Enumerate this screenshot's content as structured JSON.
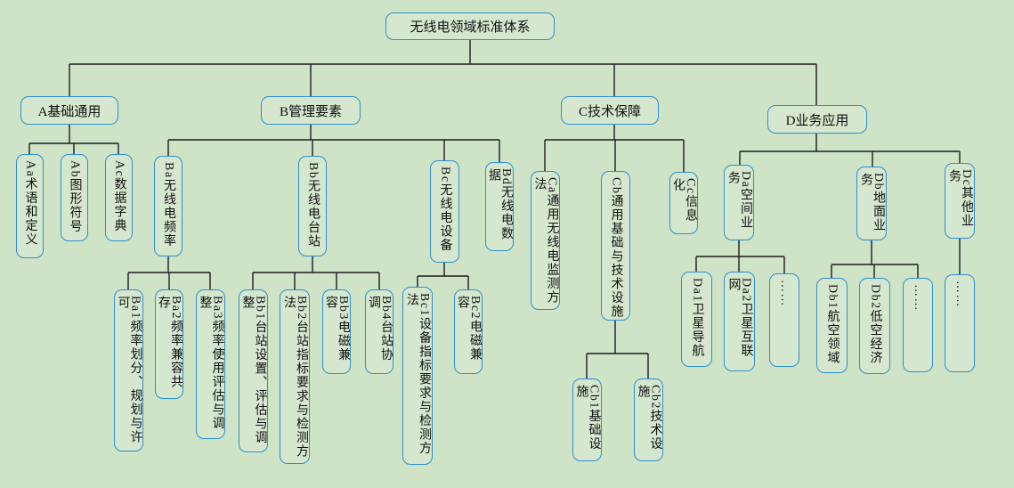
{
  "diagram": {
    "type": "tree-hierarchy",
    "title": "无线电领域标准体系",
    "colors": {
      "background": "#cfe3c7",
      "node_fill": "#d5e7ce",
      "node_border": "#2e8fce",
      "connector": "#1c1c1c",
      "text": "#111111"
    }
  },
  "nodes": {
    "root": {
      "label": "无线电领域标准体系"
    },
    "a": {
      "label": "A基础通用"
    },
    "b": {
      "label": "B管理要素"
    },
    "c": {
      "label": "C技术保障"
    },
    "d": {
      "label": "D业务应用"
    },
    "aa": {
      "label": "Aa术语和定义"
    },
    "ab": {
      "label": "Ab图形符号"
    },
    "ac": {
      "label": "Ac数据字典"
    },
    "ba": {
      "label": "Ba无线电频率"
    },
    "bb": {
      "label": "Bb无线电台站"
    },
    "bc": {
      "label": "Bc无线电设备"
    },
    "bd": {
      "label": "Bd无线电数据"
    },
    "ca": {
      "label": "Ca通用无线电监测方法"
    },
    "cb": {
      "label": "Cb通用基础与技术设施"
    },
    "cc": {
      "label": "Cc信息化"
    },
    "da": {
      "label": "Da空间业务"
    },
    "db": {
      "label": "Db地面业务"
    },
    "dc": {
      "label": "Dc其他业务"
    },
    "ba1": {
      "label": "Ba1频率划分、规划与许可"
    },
    "ba2": {
      "label": "Ba2频率兼容共存"
    },
    "ba3": {
      "label": "Ba3频率使用评估与调整"
    },
    "bb1": {
      "label": "Bb1台站设置、评估与调整"
    },
    "bb2": {
      "label": "Bb2台站指标要求与检测方法"
    },
    "bb3": {
      "label": "Bb3电磁兼容"
    },
    "bb4": {
      "label": "Bb4台站协调"
    },
    "bc1": {
      "label": "Bc1设备指标要求与检测方法"
    },
    "bc2": {
      "label": "Bc2电磁兼容"
    },
    "cb1": {
      "label": "Cb1基础设施"
    },
    "cb2": {
      "label": "Cb2技术设施"
    },
    "da1": {
      "label": "Da1卫星导航"
    },
    "da2": {
      "label": "Da2卫星互联网"
    },
    "da_more": {
      "label": "……"
    },
    "db1": {
      "label": "Db1航空领域"
    },
    "db2": {
      "label": "Db2低空经济"
    },
    "db_more": {
      "label": "……"
    },
    "dc_more": {
      "label": "……"
    }
  }
}
